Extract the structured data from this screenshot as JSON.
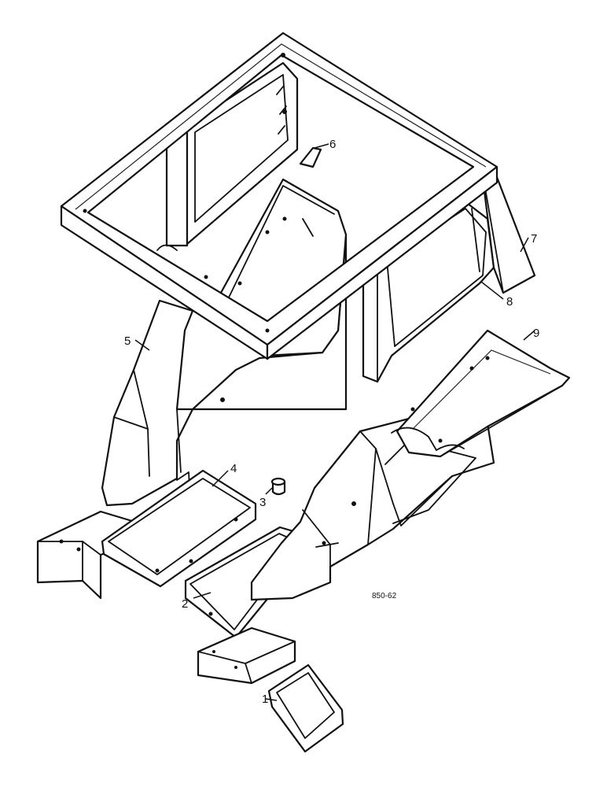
{
  "callouts": [
    {
      "id": "1",
      "label": "1"
    },
    {
      "id": "2",
      "label": "2"
    },
    {
      "id": "3",
      "label": "3"
    },
    {
      "id": "4",
      "label": "4"
    },
    {
      "id": "5",
      "label": "5"
    },
    {
      "id": "6",
      "label": "6"
    },
    {
      "id": "7",
      "label": "7"
    },
    {
      "id": "8",
      "label": "8"
    },
    {
      "id": "9",
      "label": "9"
    }
  ],
  "reference_code": "850-62"
}
